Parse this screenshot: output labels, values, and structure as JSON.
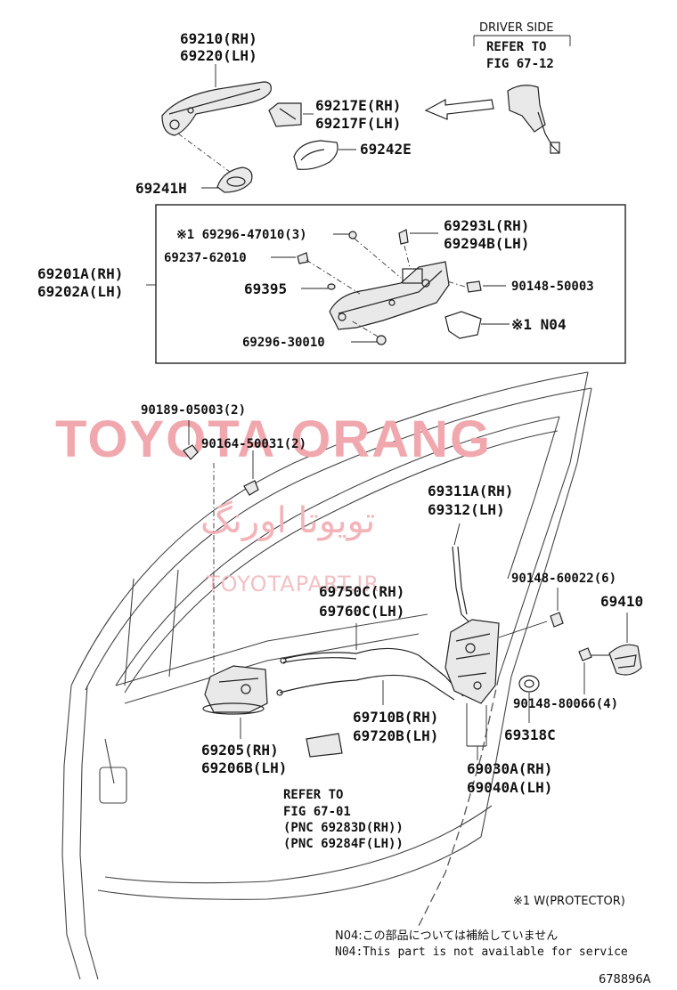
{
  "labels": {
    "handle_rh": "69210(RH)",
    "handle_lh": "69220(LH)",
    "driver_side": "DRIVER SIDE",
    "refer_to_top": "REFER TO",
    "fig_67_12": "FIG 67-12",
    "cover_rh": "69217E(RH)",
    "cover_lh": "69217F(LH)",
    "pad_69242e": "69242E",
    "pad_69241h": "69241H",
    "frame_rh": "69201A(RH)",
    "frame_lh": "69202A(LH)",
    "screw_47010": "※1 69296-47010(3)",
    "part_62010": "69237-62010",
    "part_69395": "69395",
    "screw_30010": "69296-30010",
    "bracket_rh": "69293L(RH)",
    "bracket_lh": "69294B(LH)",
    "bolt_50003": "90148-50003",
    "n04": "※1 N04",
    "clip_05003": "90189-05003(2)",
    "screw_50031": "90164-50031(2)",
    "rod_rh": "69311A(RH)",
    "rod_lh": "69312(LH)",
    "bolt_60022": "90148-60022(6)",
    "striker": "69410",
    "cable_750_rh": "69750C(RH)",
    "cable_760_lh": "69760C(LH)",
    "bolt_80066": "90148-80066(4)",
    "cable_710_rh": "69710B(RH)",
    "cable_720_lh": "69720B(LH)",
    "washer": "69318C",
    "inner_rh": "69205(RH)",
    "inner_lh": "69206B(LH)",
    "lock_rh": "69030A(RH)",
    "lock_lh": "69040A(LH)",
    "refer_to_bottom": "REFER TO",
    "fig_67_01": "FIG 67-01",
    "pnc_rh": "(PNC 69283D(RH))",
    "pnc_lh": "(PNC 69284F(LH))",
    "protector_note": "※1 W(PROTECTOR)",
    "note_jp": "N04:この部品については補給していません",
    "note_en": "N04:This part is not available for service",
    "diagram_id": "678896A"
  },
  "watermark": {
    "brand": "TOYOTA ORANG",
    "persian": "تویوتا اورنگ",
    "url": "TOYOTAPART.IR"
  },
  "colors": {
    "line": "#222222",
    "watermark": "#f0a8ae"
  }
}
